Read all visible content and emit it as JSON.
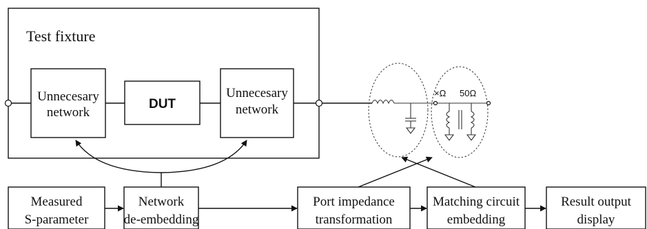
{
  "test_fixture": {
    "label": "Test fixture"
  },
  "fixture_blocks": {
    "left_network": {
      "line1": "Unnecesary",
      "line2": "network"
    },
    "dut": {
      "label": "DUT"
    },
    "right_network": {
      "line1": "Unnecesary",
      "line2": "network"
    }
  },
  "matching_circuit_sketch": {
    "impedance_left": "×Ω",
    "impedance_right": "50Ω"
  },
  "flow_steps": [
    {
      "line1": "Measured",
      "line2": "S-parameter"
    },
    {
      "line1": "Network",
      "line2": "de-embedding"
    },
    {
      "line1": "Port impedance",
      "line2": "transformation"
    },
    {
      "line1": "Matching circuit",
      "line2": "embedding"
    },
    {
      "line1": "Result output",
      "line2": "display"
    }
  ]
}
